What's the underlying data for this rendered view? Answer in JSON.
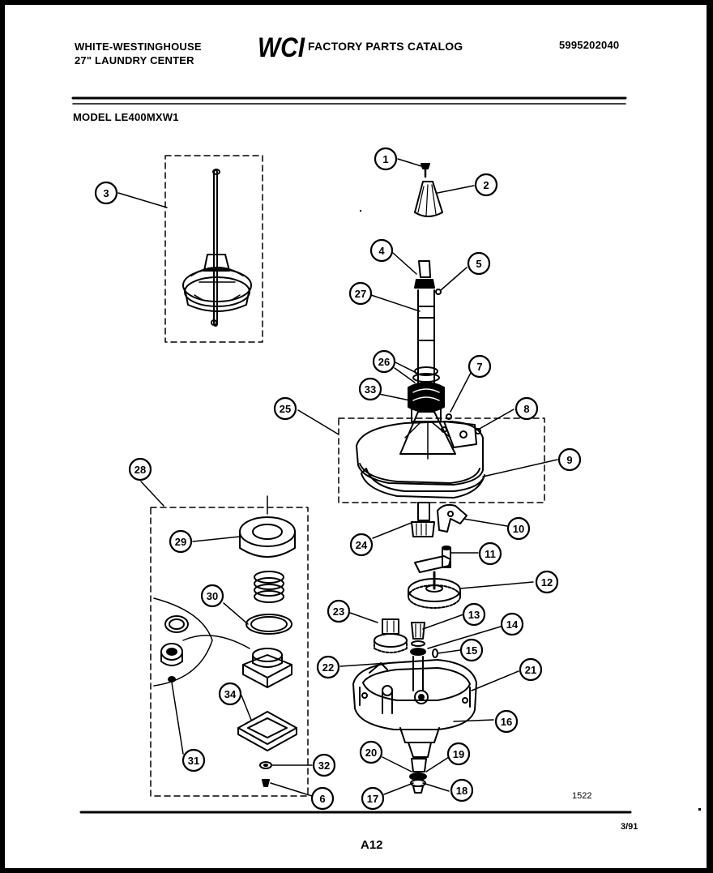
{
  "header": {
    "brand_line1": "WHITE-WESTINGHOUSE",
    "brand_line2": "27\" LAUNDRY CENTER",
    "logo_text": "WCI",
    "catalog_title": "FACTORY PARTS CATALOG",
    "catalog_number": "5995202040",
    "model": "MODEL LE400MXW1"
  },
  "callouts": [
    "1",
    "2",
    "3",
    "4",
    "5",
    "6",
    "7",
    "8",
    "9",
    "10",
    "11",
    "12",
    "13",
    "14",
    "15",
    "16",
    "17",
    "18",
    "19",
    "20",
    "21",
    "22",
    "23",
    "24",
    "25",
    "26",
    "26",
    "27",
    "28",
    "29",
    "30",
    "31",
    "32",
    "33",
    "34"
  ],
  "footer": {
    "diagram_code": "1522",
    "page": "A12",
    "date": "3/91"
  },
  "colors": {
    "ink": "#000000",
    "paper": "#ffffff",
    "frame": "#000000"
  }
}
